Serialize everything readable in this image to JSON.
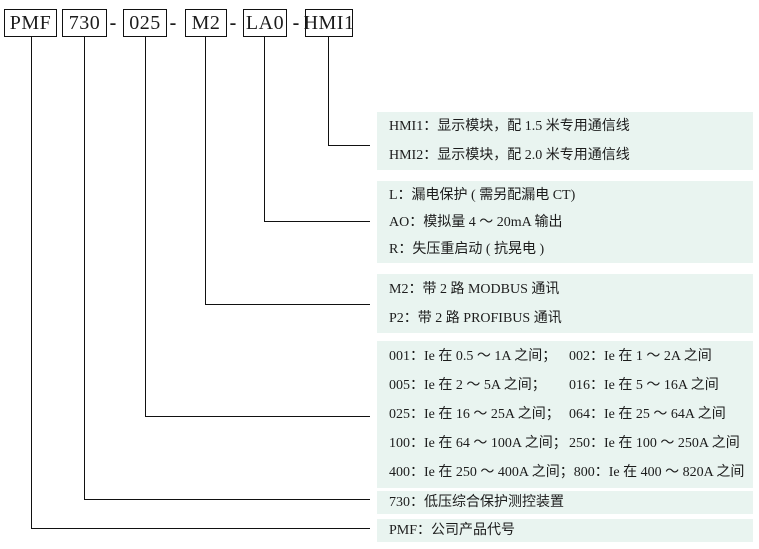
{
  "colors": {
    "panel_bg": "#e9f4f0",
    "line": "#111111",
    "text": "#1c1c1c"
  },
  "model": {
    "separator": "-",
    "segments": [
      "PMF",
      "730",
      "025",
      "M2",
      "LA0",
      "HMI1"
    ]
  },
  "panels": {
    "hmi": {
      "rows": [
        "HMI1：显示模块，配 1.5 米专用通信线",
        "HMI2：显示模块，配 2.0 米专用通信线"
      ]
    },
    "options": {
      "rows": [
        "L：漏电保护 ( 需另配漏电 CT)",
        "AO：模拟量 4 ～ 20mA 输出",
        "R：失压重启动 ( 抗晃电 )"
      ]
    },
    "comm": {
      "rows": [
        "M2：带 2 路 MODBUS 通讯",
        "P2：带 2 路 PROFIBUS 通讯"
      ]
    },
    "current": {
      "rows": [
        {
          "left": "001：Ie 在 0.5 ～ 1A 之间；",
          "right": "002：Ie 在 1 ～ 2A 之间"
        },
        {
          "left": "005：Ie 在 2 ～ 5A 之间；",
          "right": "016：Ie 在 5 ～ 16A 之间"
        },
        {
          "left": "025：Ie 在 16 ～ 25A 之间；",
          "right": "064：Ie 在 25 ～ 64A 之间"
        },
        {
          "left": "100：Ie 在 64 ～ 100A 之间；",
          "right": "250：Ie 在 100 ～ 250A 之间"
        },
        {
          "left": "400：Ie 在 250 ～ 400A 之间；",
          "right": "800：Ie 在 400 ～ 820A 之间"
        }
      ]
    },
    "series": {
      "rows": [
        "730：低压综合保护测控装置"
      ]
    },
    "brand": {
      "rows": [
        "PMF：公司产品代号"
      ]
    }
  }
}
